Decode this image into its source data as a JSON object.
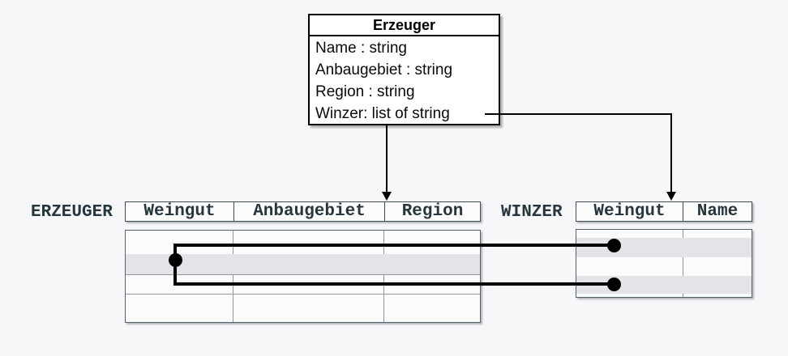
{
  "class_box": {
    "title": "Erzeuger",
    "attributes": [
      "Name : string",
      "Anbaugebiet : string",
      "Region : string",
      "Winzer: list of string"
    ]
  },
  "erzeuger_table": {
    "label": "ERZEUGER",
    "columns": [
      "Weingut",
      "Anbaugebiet",
      "Region"
    ]
  },
  "winzer_table": {
    "label": "WINZER",
    "columns": [
      "Weingut",
      "Name"
    ]
  },
  "colors": {
    "background": "#f7f7f9",
    "class_border": "#000000",
    "header_text": "#26363c",
    "header_border": "#3e4e52",
    "body_border": "#51646a",
    "grid_line": "#8d999d",
    "row_shade": "#e3e3e8",
    "connector": "#000000"
  }
}
